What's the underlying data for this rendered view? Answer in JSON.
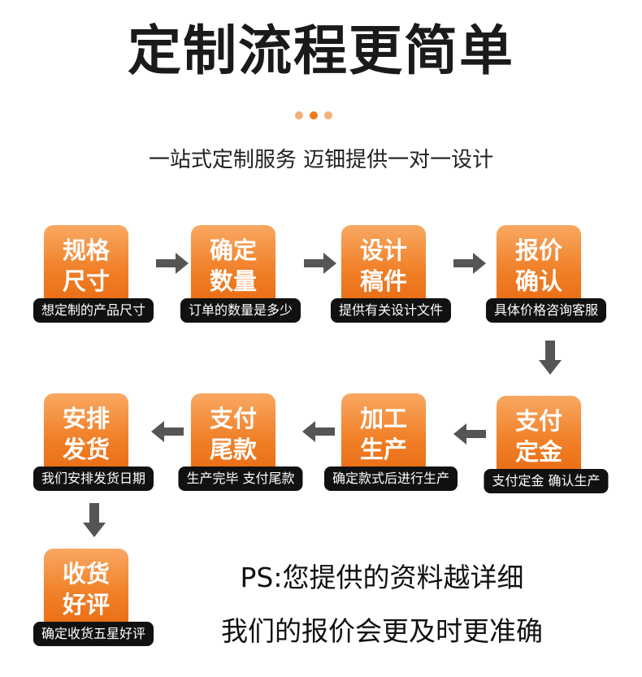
{
  "title": "定制流程更简单",
  "subtitle": "一站式定制服务 迈钿提供一对一设计",
  "steps": [
    {
      "line1": "规格",
      "line2": "尺寸",
      "label": "想定制的产品尺寸"
    },
    {
      "line1": "确定",
      "line2": "数量",
      "label": "订单的数量是多少"
    },
    {
      "line1": "设计",
      "line2": "稿件",
      "label": "提供有关设计文件"
    },
    {
      "line1": "报价",
      "line2": "确认",
      "label": "具体价格咨询客服"
    },
    {
      "line1": "支付",
      "line2": "定金",
      "label": "支付定金 确认生产"
    },
    {
      "line1": "加工",
      "line2": "生产",
      "label": "确定款式后进行生产"
    },
    {
      "line1": "支付",
      "line2": "尾款",
      "label": "生产完毕 支付尾款"
    },
    {
      "line1": "安排",
      "line2": "发货",
      "label": "我们安排发货日期"
    },
    {
      "line1": "收货",
      "line2": "好评",
      "label": "确定收货五星好评"
    }
  ],
  "ps": {
    "line1": "PS:您提供的资料越详细",
    "line2": "我们的报价会更及时更准确"
  },
  "colors": {
    "card_top": "#f9a862",
    "card_bottom": "#e86a12",
    "label_bg": "#111111",
    "arrow": "#555555",
    "dot_accent": "#f07a1a",
    "dot_light": "#f4b07a"
  }
}
